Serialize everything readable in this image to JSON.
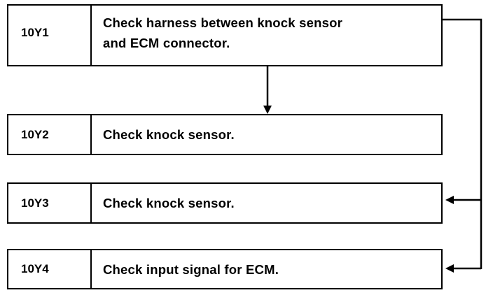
{
  "steps": [
    {
      "code": "10Y1",
      "text_lines": [
        "Check harness between knock sensor",
        "and ECM connector."
      ]
    },
    {
      "code": "10Y2",
      "text": "Check knock sensor."
    },
    {
      "code": "10Y3",
      "text": "Check knock sensor."
    },
    {
      "code": "10Y4",
      "text": "Check input signal for ECM."
    }
  ]
}
